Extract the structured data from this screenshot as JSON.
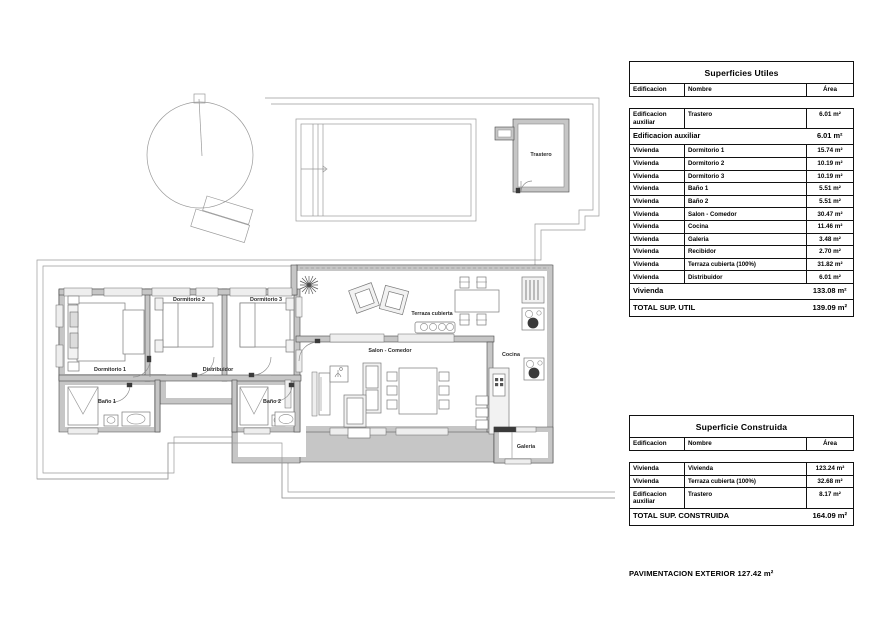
{
  "document": {
    "type": "architectural-floor-plan",
    "background_color": "#ffffff",
    "line_color": "#6e6e6e",
    "wall_fill": "#c9c9c9",
    "text_color": "#2b2b2b"
  },
  "plan": {
    "room_labels": [
      {
        "name": "Trastero",
        "text": "Trastero"
      },
      {
        "name": "Dormitorio 2",
        "text": "Dormitorio 2"
      },
      {
        "name": "Dormitorio 3",
        "text": "Dormitorio 3"
      },
      {
        "name": "Dormitorio 1",
        "text": "Dormitorio 1"
      },
      {
        "name": "Distribuidor",
        "text": "Distribuidor"
      },
      {
        "name": "Bano 1",
        "text": "Baño 1"
      },
      {
        "name": "Bano 2",
        "text": "Baño 2"
      },
      {
        "name": "Terraza cubierta",
        "text": "Terraza cubierta"
      },
      {
        "name": "Salon Comedor",
        "text": "Salon - Comedor"
      },
      {
        "name": "Cocina",
        "text": "Cocina"
      },
      {
        "name": "Galeria",
        "text": "Galeria"
      }
    ],
    "features": [
      "swimming-pool",
      "parasol",
      "sun-loungers",
      "plot-boundary",
      "paving"
    ]
  },
  "tables": {
    "utiles": {
      "title": "Superficies Utiles",
      "columns": [
        "Edificacion",
        "Nombre",
        "Área"
      ],
      "rows": [
        {
          "edificacion": "Edificacion auxiliar",
          "nombre": "Trastero",
          "area": "6.01 m²",
          "kind": "data",
          "two_line": true
        },
        {
          "edificacion": "Edificacion auxiliar",
          "nombre": "",
          "area": "6.01 m²",
          "kind": "subtotal"
        },
        {
          "edificacion": "Vivienda",
          "nombre": "Dormitorio 1",
          "area": "15.74 m²",
          "kind": "data"
        },
        {
          "edificacion": "Vivienda",
          "nombre": "Dormitorio 2",
          "area": "10.19 m²",
          "kind": "data"
        },
        {
          "edificacion": "Vivienda",
          "nombre": "Dormitorio 3",
          "area": "10.19 m²",
          "kind": "data"
        },
        {
          "edificacion": "Vivienda",
          "nombre": "Baño 1",
          "area": "5.51 m²",
          "kind": "data"
        },
        {
          "edificacion": "Vivienda",
          "nombre": "Baño 2",
          "area": "5.51 m²",
          "kind": "data"
        },
        {
          "edificacion": "Vivienda",
          "nombre": "Salon - Comedor",
          "area": "30.47 m²",
          "kind": "data"
        },
        {
          "edificacion": "Vivienda",
          "nombre": "Cocina",
          "area": "11.46 m²",
          "kind": "data"
        },
        {
          "edificacion": "Vivienda",
          "nombre": "Galeria",
          "area": "3.48 m²",
          "kind": "data"
        },
        {
          "edificacion": "Vivienda",
          "nombre": "Recibidor",
          "area": "2.70 m²",
          "kind": "data"
        },
        {
          "edificacion": "Vivienda",
          "nombre": "Terraza cubierta (100%)",
          "area": "31.82 m²",
          "kind": "data"
        },
        {
          "edificacion": "Vivienda",
          "nombre": "Distribuidor",
          "area": "6.01 m²",
          "kind": "data"
        },
        {
          "edificacion": "Vivienda",
          "nombre": "",
          "area": "133.08 m²",
          "kind": "subtotal"
        },
        {
          "edificacion": "TOTAL SUP. UTIL",
          "nombre": "",
          "area": "139.09 m²",
          "kind": "total"
        }
      ]
    },
    "construida": {
      "title": "Superficie Construida",
      "columns": [
        "Edificacion",
        "Nombre",
        "Área"
      ],
      "rows": [
        {
          "edificacion": "Vivienda",
          "nombre": "Vivienda",
          "area": "123.24 m²",
          "kind": "data"
        },
        {
          "edificacion": "Vivienda",
          "nombre": "Terraza cubierta (100%)",
          "area": "32.68 m²",
          "kind": "data"
        },
        {
          "edificacion": "Edificacion auxiliar",
          "nombre": "Trastero",
          "area": "8.17 m²",
          "kind": "data",
          "two_line": true
        },
        {
          "edificacion": "TOTAL SUP. CONSTRUIDA",
          "nombre": "",
          "area": "164.09 m²",
          "kind": "total"
        }
      ]
    }
  },
  "footer": {
    "pavimentacion": "PAVIMENTACION EXTERIOR 127.42 m²"
  }
}
